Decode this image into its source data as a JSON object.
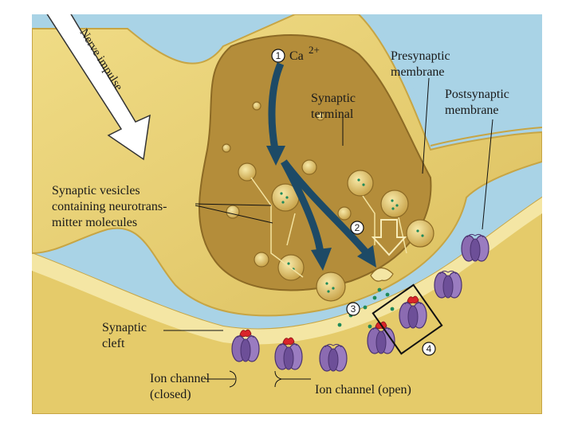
{
  "colors": {
    "background": "#a9d3e6",
    "neuron": "#e7cf72",
    "neuron_edge": "#c7a544",
    "cytoplasm": "#b48d3a",
    "membrane_band": "#f4e6a4",
    "ion_channel": "#8b6bb1",
    "ion_channel_dark": "#5c3f85",
    "receptor_bound": "#d9252a",
    "neurotransmitter": "#1f8a5a",
    "arrow": "#1d4a66"
  },
  "labels": {
    "nerve_impulse": "Nerve impulse",
    "ca_step": "Ca",
    "ca_superscript": "2+",
    "presynaptic_membrane_1": "Presynaptic",
    "presynaptic_membrane_2": "membrane",
    "synaptic_terminal_1": "Synaptic",
    "synaptic_terminal_2": "terminal",
    "postsynaptic_membrane_1": "Postsynaptic",
    "postsynaptic_membrane_2": "membrane",
    "vesicles_1": "Synaptic vesicles",
    "vesicles_2": "containing neurotrans-",
    "vesicles_3": "mitter molecules",
    "cleft_1": "Synaptic",
    "cleft_2": "cleft",
    "ion_closed_1": "Ion channel",
    "ion_closed_2": "(closed)",
    "ion_open": "Ion channel (open)"
  },
  "steps": [
    "1",
    "2",
    "3",
    "4"
  ],
  "icons": [
    "nerve-impulse-arrow-icon",
    "calcium-influx-arrow-icon",
    "exocytosis-arrow-icon",
    "ion-channel-icon",
    "synaptic-vesicle-icon"
  ]
}
